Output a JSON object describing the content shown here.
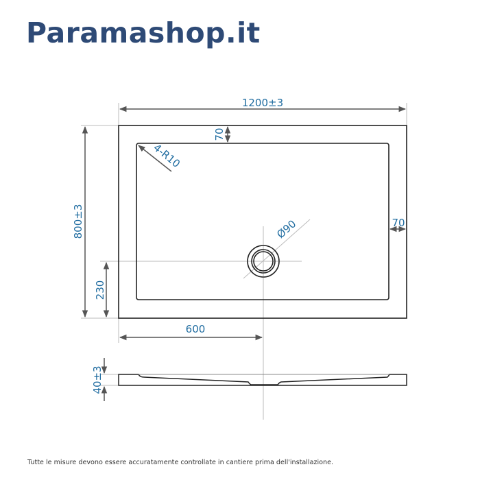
{
  "header": {
    "brand": "Paramashop.it"
  },
  "drawing": {
    "colors": {
      "dimension_text": "#1f6ca0",
      "outline": "#222222",
      "dim_line": "#555555",
      "extension_line": "#bbbbbb",
      "brand": "#2e4a76"
    },
    "labels": {
      "width_total": "1200±3",
      "depth_total": "800±3",
      "rim_top": "70",
      "rim_right": "70",
      "corner_radius": "4-R10",
      "drain_diameter": "Ø90",
      "drain_offset_y": "230",
      "drain_offset_x": "600",
      "height_profile": "40±3"
    },
    "views": [
      "top-view",
      "side-profile"
    ]
  },
  "footer": {
    "note": "Tutte le misure devono essere accuratamente controllate in cantiere prima dell'installazione."
  }
}
